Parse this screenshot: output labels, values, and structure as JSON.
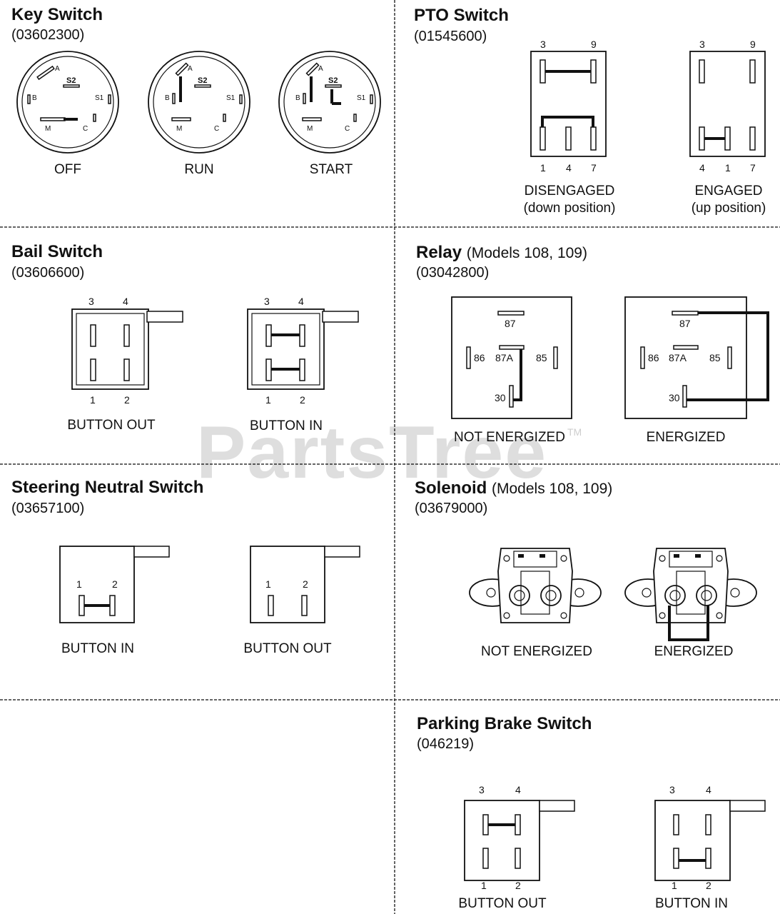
{
  "watermark": {
    "text": "PartsTree",
    "tm": "TM"
  },
  "key_switch": {
    "title": "Key Switch",
    "part": "(03602300)",
    "terminals": {
      "a": "A",
      "s2": "S2",
      "b": "B",
      "s1": "S1",
      "m": "M",
      "c": "C"
    },
    "states": [
      "OFF",
      "RUN",
      "START"
    ]
  },
  "pto_switch": {
    "title": "PTO Switch",
    "part": "(01545600)",
    "disengaged": {
      "top": [
        "3",
        "9"
      ],
      "bottom": [
        "1",
        "4",
        "7"
      ],
      "label": "DISENGAGED",
      "sub": "(down position)"
    },
    "engaged": {
      "top": [
        "3",
        "9"
      ],
      "bottom": [
        "4",
        "1",
        "7"
      ],
      "label": "ENGAGED",
      "sub": "(up position)"
    }
  },
  "bail_switch": {
    "title": "Bail  Switch",
    "part": "(03606600)",
    "top": [
      "3",
      "4"
    ],
    "bottom": [
      "1",
      "2"
    ],
    "out_label": "BUTTON OUT",
    "in_label": "BUTTON IN"
  },
  "relay": {
    "title": "Relay",
    "note": "(Models 108, 109)",
    "part": "(03042800)",
    "terminals": {
      "t87": "87",
      "t86": "86",
      "t87a": "87A",
      "t85": "85",
      "t30": "30"
    },
    "off_label": "NOT ENERGIZED",
    "on_label": "ENERGIZED"
  },
  "steering": {
    "title": "Steering Neutral Switch",
    "part": "(03657100)",
    "pins": [
      "1",
      "2"
    ],
    "in_label": "BUTTON IN",
    "out_label": "BUTTON OUT"
  },
  "solenoid": {
    "title": "Solenoid",
    "note": "(Models 108, 109)",
    "part": "(03679000)",
    "off_label": "NOT ENERGIZED",
    "on_label": "ENERGIZED"
  },
  "parking": {
    "title": "Parking Brake Switch",
    "part": "(046219)",
    "top": [
      "3",
      "4"
    ],
    "bottom": [
      "1",
      "2"
    ],
    "out_label": "BUTTON OUT",
    "in_label": "BUTTON IN"
  }
}
